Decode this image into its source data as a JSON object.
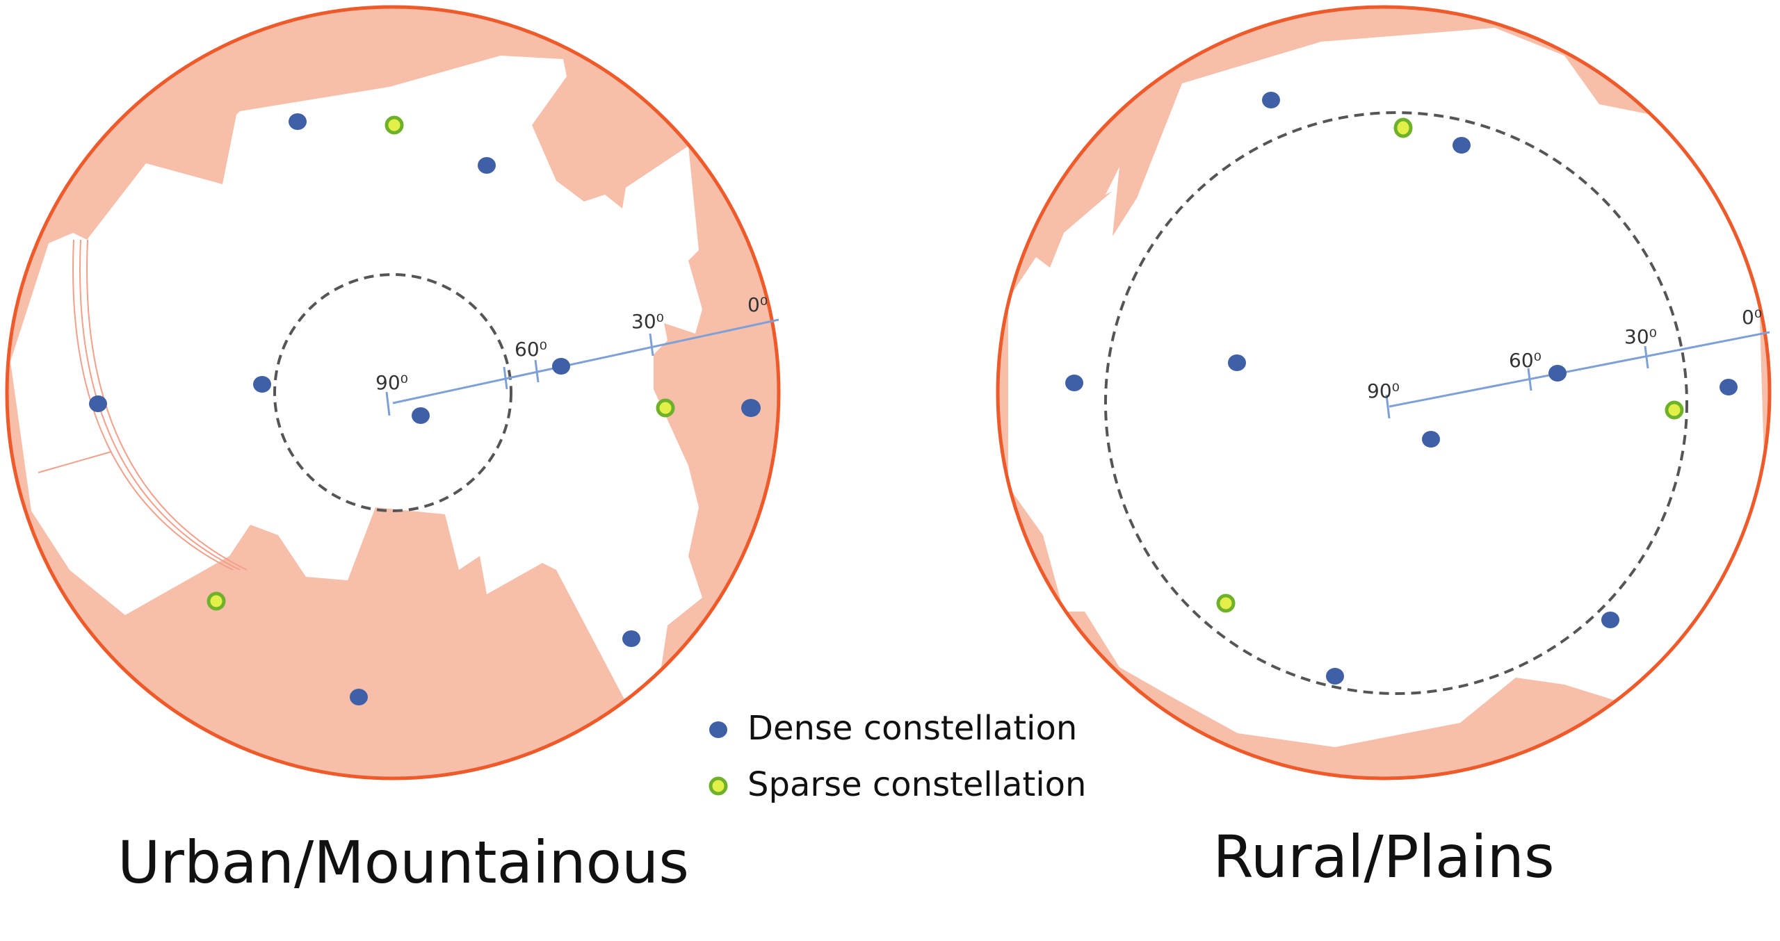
{
  "colors": {
    "horizon_border": "#ef5a2a",
    "obstruction_fill": "#f7bfaa",
    "sky_fill": "#ffffff",
    "elevation_scale": "#7ea0d8",
    "dense_marker": "#3f5fa7",
    "sparse_marker_fill": "#e4f04a",
    "sparse_marker_ring": "#6fb12a",
    "mask_circle": "#555555"
  },
  "legend": {
    "dense_label": "Dense constellation",
    "sparse_label": "Sparse constellation"
  },
  "panels": [
    {
      "title": "Urban/Mountainous",
      "scale_labels": [
        "90⁰",
        "60⁰",
        "30⁰",
        "0⁰"
      ]
    },
    {
      "title": "Rural/Plains",
      "scale_labels": [
        "90⁰",
        "60⁰",
        "30⁰",
        "0⁰"
      ]
    }
  ]
}
